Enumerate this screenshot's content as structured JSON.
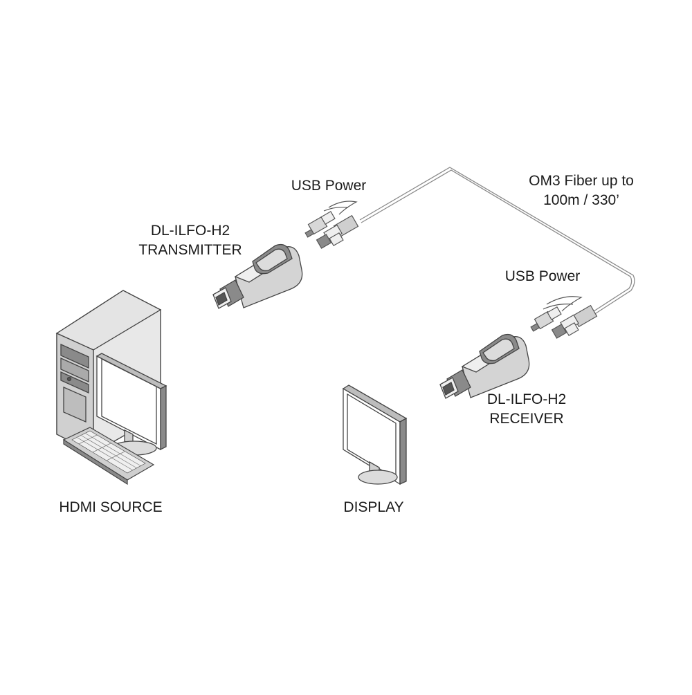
{
  "labels": {
    "usb_power_tx": "USB Power",
    "transmitter_model": "DL-ILFO-H2",
    "transmitter_role": "TRANSMITTER",
    "fiber_line1": "OM3 Fiber up to",
    "fiber_line2": "100m / 330’",
    "usb_power_rx": "USB Power",
    "receiver_model": "DL-ILFO-H2",
    "receiver_role": "RECEIVER",
    "hdmi_source": "HDMI SOURCE",
    "display": "DISPLAY"
  },
  "colors": {
    "line": "#555555",
    "fill_light": "#efefef",
    "fill_mid": "#cfcfcf",
    "fill_dark": "#8a8a8a",
    "text": "#1a1a1a"
  }
}
